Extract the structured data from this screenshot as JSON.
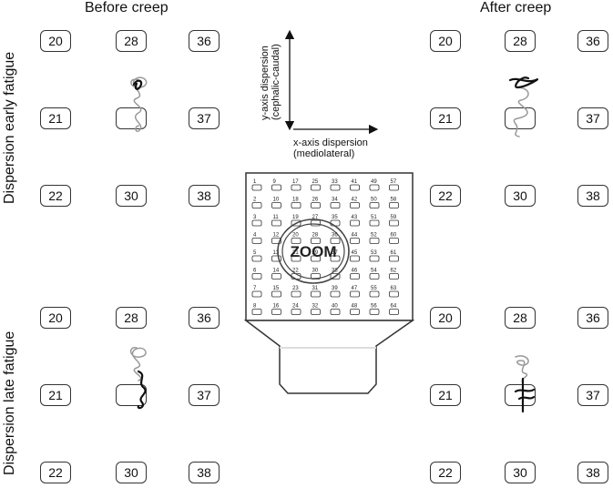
{
  "headers": {
    "before": "Before creep",
    "after": "After creep"
  },
  "row_labels": {
    "early": "Dispersion early fatigue",
    "late": "Dispersion late fatigue"
  },
  "axes": {
    "y_title": "y-axis dispersion",
    "y_sub": "(cephalic-caudal)",
    "x_title": "x-axis dispersion",
    "x_sub": "(mediolateral)"
  },
  "zoom_label": "ZOOM",
  "electrodes": {
    "row1": [
      "20",
      "28",
      "36"
    ],
    "row2": [
      "21",
      "",
      "37"
    ],
    "row3": [
      "22",
      "30",
      "38"
    ]
  },
  "grid_numbers": [
    [
      "1",
      "9",
      "17",
      "25",
      "33",
      "41",
      "49",
      "57"
    ],
    [
      "2",
      "10",
      "18",
      "26",
      "34",
      "42",
      "50",
      "58"
    ],
    [
      "3",
      "11",
      "19",
      "27",
      "35",
      "43",
      "51",
      "59"
    ],
    [
      "4",
      "12",
      "20",
      "28",
      "36",
      "44",
      "52",
      "60"
    ],
    [
      "5",
      "13",
      "21",
      "29",
      "37",
      "45",
      "53",
      "61"
    ],
    [
      "6",
      "14",
      "22",
      "30",
      "38",
      "46",
      "54",
      "62"
    ],
    [
      "7",
      "15",
      "23",
      "31",
      "39",
      "47",
      "55",
      "63"
    ],
    [
      "8",
      "16",
      "24",
      "32",
      "40",
      "48",
      "56",
      "64"
    ]
  ],
  "colors": {
    "trace_before": "#111111",
    "trace_after": "#999999",
    "outline": "#333333"
  }
}
